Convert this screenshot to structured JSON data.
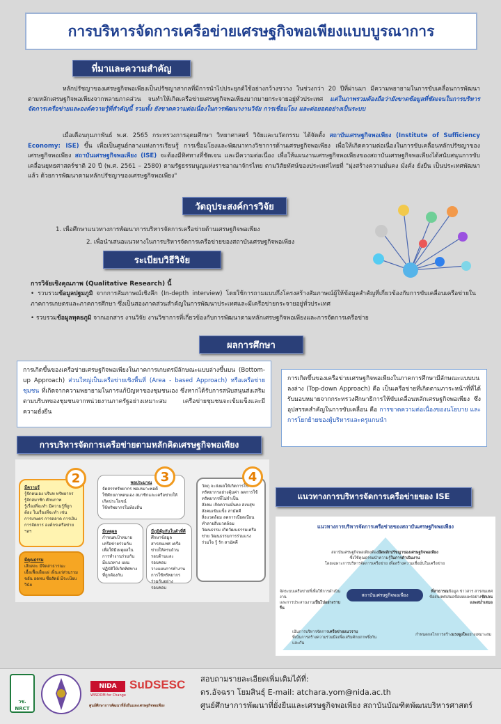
{
  "title": "การบริหารจัดการเครือข่ายเศรษฐกิจพอเพียงแบบบูรณาการ",
  "sections": {
    "background": "ที่มาและความสำคัญ",
    "objectives": "วัตถุประสงค์การวิจัย",
    "method": "ระเบียบวิธีวิจัย",
    "results": "ผลการศึกษา",
    "management": "การบริหารจัดการเครือข่ายตามหลักคิดเศรษฐกิจพอเพียง",
    "guideline": "แนวทางการบริหารจัดการเครือข่ายของ ISE"
  },
  "background": {
    "p1_a": "หลักปรัชญาของเศรษฐกิจพอเพียงเป็นปรัชญาสากลที่มีการนำไปประยุกต์ใช้อย่างกว้างขวาง ในช่วงกว่า 20 ปีที่ผ่านมา มีความพยายามในการขับเคลื่อนการพัฒนาตามหลักเศรษฐกิจพอเพียงจากหลายภาคส่วน จนทำให้เกิดเครือข่ายเศรษฐกิจพอเพียงมากมายกระจายอยู่ทั่วประเทศ",
    "p1_b": "แต่ในภาพรวมต้องถือว่ายังขาดข้อมูลที่ชัดเจนในการบริหารจัดการเครือข่ายและองค์ความรู้ที่สำคัญนี้ รวมทั้ง ยังขาดความต่อเนื่องในการพัฒนางานวิจัย การเชื่อมโยง และต่อยอดอย่างเป็นระบบ",
    "p2_a": "เมื่อเดือนกุมภาพันธ์ พ.ศ. 2565 กระทรวงการอุดมศึกษา วิทยาศาสตร์ วิจัยและนวัตกรรม ได้จัดตั้ง",
    "p2_b": "สถาบันเศรษฐกิจพอเพียง (Institute of Sufficiency Economy: ISE)",
    "p2_c": "ขึ้น เพื่อเป็นศูนย์กลางแห่งการเรียนรู้ การเชื่อมโยงและพัฒนาทางวิชาการด้านเศรษฐกิจพอเพียง เพื่อให้เกิดความต่อเนื่องในการขับเคลื่อนหลักปรัชญาของเศรษฐกิจพอเพียง",
    "p2_d": "สถาบันเศรษฐกิจพอเพียง (ISE)",
    "p2_e": "จะต้องมีทิศทางที่ชัดเจน และมีความต่อเนื่อง เพื่อให้แผนงานเศรษฐกิจพอเพียงของสถาบันเศรษฐกิจพอเพียงได้สนับสนุนการขับเคลื่อนยุทธศาสตร์ชาติ 20 ปี (พ.ศ. 2561 – 2580) ตามรัฐธรรมนูญแห่งราชอาณาจักรไทย ตามวิสัยทัศน์ของประเทศไทยที่ \"มุ่งสร้างความมั่นคง มั่งคั่ง ยั่งยืน เป็นประเทศพัฒนาแล้ว ด้วยการพัฒนาตามหลักปรัชญาของเศรษฐกิจพอเพียง\""
  },
  "objectives": [
    "1. เพื่อศึกษาแนวทางการพัฒนาการบริหารจัดการเครือข่ายด้านเศรษฐกิจพอเพียง",
    "2. เพื่อนำเสนอแนวทางในการบริหารจัดการเครือข่ายของสถาบันเศรษฐกิจพอเพียง"
  ],
  "method": {
    "heading": "การวิจัยเชิงคุณภาพ (Qualitative Research) นี้",
    "b1_a": "รวบรวม",
    "b1_b": "ข้อมูลปฐมภูมิ",
    "b1_c": "จากการสัมภาษณ์เชิงลึก (In-depth interview) โดยใช้การถามแบบกึ่งโครงสร้างสัมภาษณ์ผู้ให้ข้อมูลสำคัญที่เกี่ยวข้องกับการขับเคลื่อนเครือข่ายในภาคการเกษตรและภาคการศึกษา ซึ่งเป็นสองภาคส่วนสำคัญในการพัฒนาประเทศและมีเครือข่ายกระจายอยู่ทั่วประเทศ",
    "b2_a": "รวบรวม",
    "b2_b": "ข้อมูลทุตยภูมิ",
    "b2_c": "จากเอกสาร งานวิจัย งานวิชาการที่เกี่ยวข้องกับการพัฒนาตามหลักเศรษฐกิจพอเพียงและการจัดการเครือข่าย"
  },
  "results": {
    "left_a": "การเกิดขึ้นของเครือข่ายเศรษฐกิจพอเพียงในภาคการเกษตรมีลักษณะแบบล่างขึ้นบน (Bottom-up Approach)",
    "left_b": "ส่วนใหญ่เป็นเครือข่ายเชิงพื้นที่ (Area - based Approach) หรือเครือข่ายชุมชน",
    "left_c": "ที่เกิดจากความพยายามในการแก้ปัญหาของชุมชนเอง ซึ่งหากได้รับการสนับสนุนส่งเสริมตามบริบทของชุมชนจากหน่วยงานภาครัฐอย่างเหมาะสม เครือข่ายชุมชนจะเข้มแข็งและมีความยั่งยืน",
    "right_a": "การเกิดขึ้นของเครือข่ายเศรษฐกิจพอเพียงในภาคการศึกษามีลักษณะแบบบนลงล่าง (Top-down Approach)",
    "right_b": "คือ เป็นเครือข่ายที่เกิดตามภาระหน้าที่ที่ได้รับมอบหมายจากกระทรวงศึกษาธิการให้ขับเคลื่อนหลักเศรษฐกิจพอเพียง ซึ่งอุปสรรคสำคัญในการขับเคลื่อน คือ",
    "right_c": "การขาดความต่อเนื่องของนโยบาย และการโยกย้ายของผู้บริหารและครูแกนนำ"
  },
  "diagram": {
    "numbers": [
      "2",
      "3",
      "4"
    ],
    "box1_title": "มีความรู้",
    "box1_lines": [
      "รู้จักตนเอง บริบท ทรัพยากร",
      "รู้จักสมาชิก ศักยภาพ",
      "รู้เรื่องที่จะทำ มีความรู้ที่ถูกต้อง ในเรื่องที่จะทำ เช่น การเกษตร การตลาด การเงิน การจัดการ องค์กรเครือข่าย ฯลฯ"
    ],
    "box2_title": "มีคุณธรรม",
    "box2_lines": [
      "เสียสละ มีจิตสาธารณะ เอื้อเฟื้อเผื่อแผ่ เห็นแก่ส่วนรวม ขยัน อดทน ซื่อสัตย์ มีระเบียบวินัย"
    ],
    "box3_title": "พอประมาณ",
    "box3_lines": [
      "จัดสรรทรัพยากร พอเหมาะพอดี",
      "ใช้ศักยภาพตนเอง สมาชิกและเครือข่ายให้เกิดประโยชน์",
      "ใช้ทรัพยากรในท้องถิ่น"
    ],
    "box4_title": "มีเหตุผล",
    "box4_lines": [
      "กำหนดเป้าหมายเครือข่ายร่วมกัน เพื่อให้มีเหตุผลในการทำงานร่วมกัน มีแนวทาง แผนปฏิบัติให้เกิดทิศทางที่ถูกต้องกัน"
    ],
    "box5_title": "มีภูมิคุ้มกันในตัวที่ดี",
    "box5_lines": [
      "ศึกษาข้อมูล สารสนเทศ เครือข่ายให้ครบถ้วน รอบด้านและรอบคอบ",
      "วางแผนการทำงาน การใช้ทรัพยากรร่วมกันอย่างรอบคอบ"
    ],
    "box6_lines_a": [
      "วัตถุ จะส่งผลให้เกิดการใช้ทรัพยากรอย่างคุ้มค่า ลดการใช้ทรัพยากรที่ไม่จำเป็น"
    ],
    "box6_lines_b": [
      "สังคม เกิดความมั่นคง สงบสุข สังคมเข้มแข็ง สามัคคี"
    ],
    "box6_lines_c": [
      "สิ่งแวดล้อม ลดการเบียดเบียนทำลายสิ่งแวดล้อม"
    ],
    "box6_lines_d": [
      "วัฒนธรรม เกิดวัฒนธรรมเครือข่าย วัฒนธรรมการร่วมแรงร่วมใจ รู้ รัก สามัคคี"
    ]
  },
  "guideline": {
    "top_title": "แนวทางการบริหารจัดการเครือข่ายของสถาบันเศรษฐกิจพอเพียง",
    "center": "สถาบันเศรษฐกิจพอเพียง",
    "t1": "สถาบันเศรษฐกิจพอเพียงต้อง",
    "t1b": "ยึดหลักปรัชญาของเศรษฐกิจพอเพียง",
    "t2": "ซึ่งใช้คุณธรรมนำความรู้",
    "t2b": "ในการดำเนินงาน",
    "t3": "โดยเฉพาะการบริหารจัดการเครือข่าย เพื่อสร้างความเชื่อมั่นในเครือข่าย",
    "l1": "จัดระบบเครือข่ายที่เพื่อให้การดำเนินงาน",
    "l2": "และการประสานงาน",
    "l2b": "เป็นไปอย่างราบรื่น",
    "r1": "ที่สาธารณ",
    "r1b": "ข้อมูล ข่าวสาร สารสนเทศ",
    "r2": "ข้อสนเทศเสมอ",
    "r2b": "ข้อเผยแพร่อย่าง",
    "r2c": "ชัดเจนและสม่ำเสมอ",
    "b1": "เน้นการบริหารจัดการ",
    "b1b": "เครือข่ายแนวราบ",
    "b2": "ที่เน้นการสร้างความร่วมมือเพื่อเสริมศักยภาพซึ่งกันและกัน",
    "b3": "กำหนดกลไกการสร้าง",
    "b3b": "แรงจูงใจ",
    "b3c": "อย่างเหมาะสม"
  },
  "footer": {
    "logos": [
      "วช.",
      "NRCT",
      "NIDA",
      "WISDOM for Change",
      "SuDSESC",
      "ศูนย์ศึกษาการพัฒนาที่ยั่งยืนและเศรษฐกิจพอเพียง"
    ],
    "line1": "สอบถามรายละเอียดเพิ่มเติมได้ที่:",
    "line2": "ดร.อัจฉรา โยมสินธุ์       E-mail: atchara.yom@nida.ac.th",
    "line3": "ศูนย์ศึกษาการพัฒนาที่ยั่งยืนและเศรษฐกิจพอเพียง สถาบันบัณฑิตพัฒนบริหารศาสตร์"
  },
  "colors": {
    "heading_bg": "#2a3f78",
    "title_text": "#1f3f8f",
    "accent_blue": "#1d53b8",
    "orange": "#f19a1e",
    "yellow_box": "#fff3b0",
    "pyramid": "#bfe6f2"
  }
}
